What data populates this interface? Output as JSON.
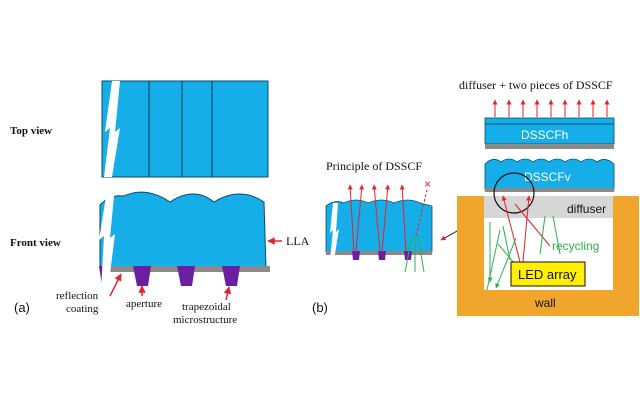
{
  "panel_a": {
    "label": "(a)",
    "top_view_label": "Top view",
    "front_view_label": "Front view",
    "lla_label": "LLA",
    "reflection_label": [
      "reflection",
      "coating"
    ],
    "aperture_label": "aperture",
    "trapezoid_label": [
      "trapezoidal",
      "microstructure"
    ]
  },
  "panel_b": {
    "label": "(b)",
    "principle_label": "Principle of DSSCF",
    "diffuser_title": "diffuser + two pieces of DSSCF",
    "dsscfh_label": "DSSCFh",
    "dsscfv_label": "DSSCFv",
    "diffuser_label": "diffuser",
    "recycling_label": "recycling",
    "led_label": "LED array",
    "wall_label": "wall",
    "cross_mark": "×"
  },
  "colors": {
    "blue": "#16aee8",
    "gray": "#8a8a8a",
    "purple": "#6a1fa0",
    "red": "#e8212b",
    "green": "#2bb24c",
    "orange": "#f0a52c",
    "yellow": "#ffef00"
  }
}
